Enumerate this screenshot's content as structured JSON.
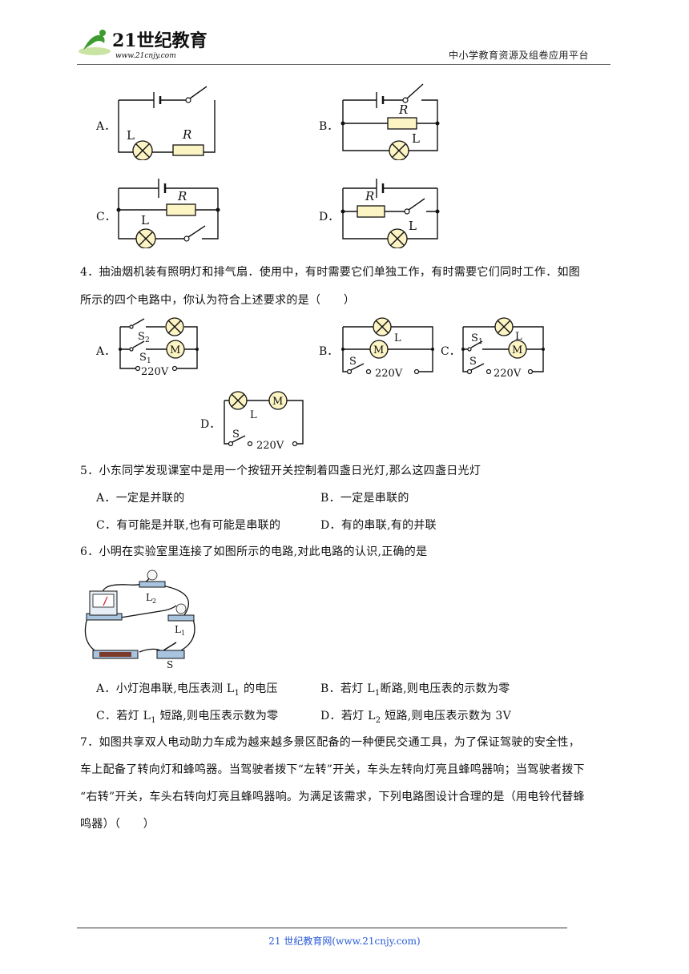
{
  "header": {
    "logo_main": "21世纪教育",
    "logo_sub": "www.21cnjy.com",
    "right_text": "中小学教育资源及组卷应用平台"
  },
  "q3": {
    "options": [
      "A．",
      "B．",
      "C．",
      "D．"
    ],
    "labels": {
      "L": "L",
      "R": "R"
    }
  },
  "q4": {
    "stem_line1": "4．抽油烟机装有照明灯和排气扇．使用中，有时需要它们单独工作，有时需要它们同时工作．如图",
    "stem_line2": "所示的四个电路中，你认为符合上述要求的是（　　）",
    "options": [
      "A．",
      "B．",
      "C．",
      "D．"
    ],
    "labels": {
      "S": "S",
      "S1": "S",
      "S2": "S",
      "L": "L",
      "M": "M",
      "V220": "220V",
      "sub1": "1",
      "sub2": "2"
    }
  },
  "q5": {
    "stem": "5．小东同学发现课室中是用一个按钮开关控制着四盏日光灯,那么这四盏日光灯",
    "A": "A．一定是并联的",
    "B": "B．一定是串联的",
    "C": "C．有可能是并联,也有可能是串联的",
    "D": "D．有的串联,有的并联"
  },
  "q6": {
    "stem": "6．小明在实验室里连接了如图所示的电路,对此电路的认识,正确的是",
    "fig_labels": {
      "L2": "L",
      "L1": "L",
      "S": "S",
      "sub1": "1",
      "sub2": "2"
    },
    "A_pre": "A．小灯泡串联,电压表测 L",
    "A_sub": "1",
    "A_post": " 的电压",
    "B_pre": "B．若灯 L",
    "B_sub": "1",
    "B_post": "断路,则电压表的示数为零",
    "C_pre": "C．若灯 L",
    "C_sub": "1",
    "C_post": " 短路,则电压表示数为零",
    "D_pre": "D．若灯 L",
    "D_sub": "2",
    "D_post": " 短路,则电压表示数为 3V"
  },
  "q7": {
    "line1": "7．如图共享双人电动助力车成为越来越多景区配备的一种便民交通工具，为了保证驾驶的安全性，",
    "line2": "车上配备了转向灯和蜂鸣器。当驾驶者拨下“左转”开关，车头左转向灯亮且蜂鸣器响；当驾驶者拨下",
    "line3": "“右转”开关，车头右转向灯亮且蜂鸣器响。为满足该需求，下列电路图设计合理的是（用电铃代替蜂",
    "line4": "鸣器）（　　）"
  },
  "footer": {
    "text": "21 世纪教育网(www.21cnjy.com)"
  }
}
